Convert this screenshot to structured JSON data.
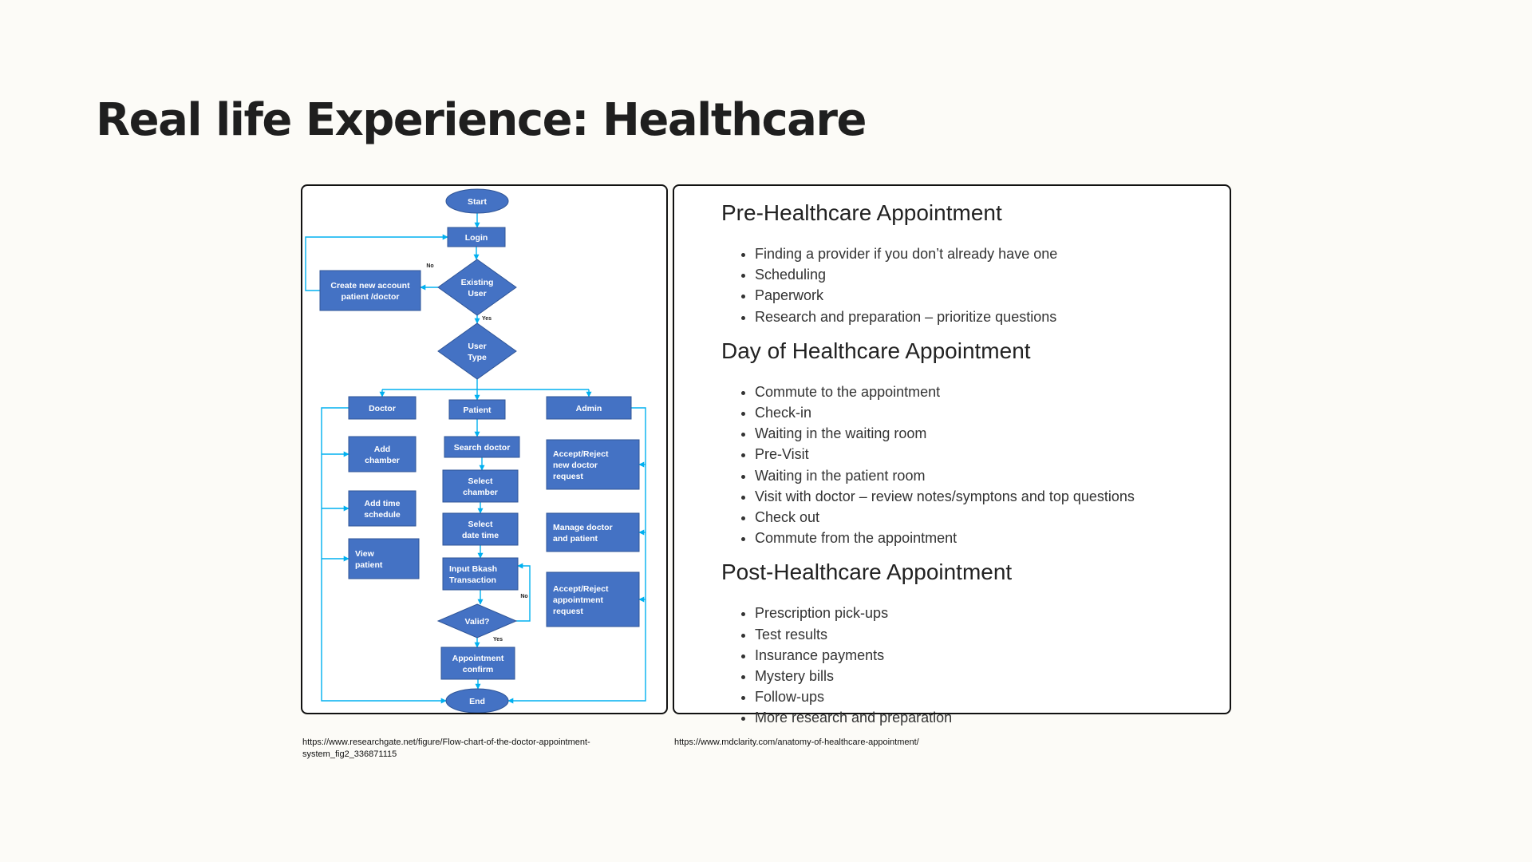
{
  "slide": {
    "title": "Real life Experience: Healthcare"
  },
  "flowchart": {
    "nodes": {
      "start": "Start",
      "login": "Login",
      "existing_user": [
        "Existing",
        "User"
      ],
      "create_account": [
        "Create new account",
        "patient /doctor"
      ],
      "user_type": [
        "User",
        "Type"
      ],
      "doctor": "Doctor",
      "patient": "Patient",
      "admin": "Admin",
      "add_chamber": [
        "Add",
        "chamber"
      ],
      "add_time_schedule": [
        "Add time",
        "schedule"
      ],
      "view_patient": [
        "View",
        "patient"
      ],
      "search_doctor": "Search doctor",
      "select_chamber": [
        "Select",
        "chamber"
      ],
      "select_date_time": [
        "Select",
        "date time"
      ],
      "input_bkash": [
        "Input Bkash",
        "Transaction"
      ],
      "valid": "Valid?",
      "appointment_confirm": [
        "Appointment",
        "confirm"
      ],
      "end": "End",
      "accept_reject_doctor": [
        "Accept/Reject",
        "new doctor",
        "request"
      ],
      "manage_doctor_patient": [
        "Manage doctor",
        "and patient"
      ],
      "accept_reject_appointment": [
        "Accept/Reject",
        "appointment",
        "request"
      ]
    },
    "edge_labels": {
      "existing_no": "No",
      "existing_yes": "Yes",
      "valid_no": "No",
      "valid_yes": "Yes"
    },
    "colors": {
      "box_fill": "#4472c4",
      "box_stroke": "#2f5597",
      "arrow": "#00b0f0",
      "text": "#ffffff"
    }
  },
  "appointment_stages": [
    {
      "heading": "Pre-Healthcare Appointment",
      "items": [
        "Finding a provider if you don’t already have one",
        "Scheduling",
        "Paperwork",
        "Research and preparation – prioritize questions"
      ]
    },
    {
      "heading": "Day of Healthcare Appointment",
      "items": [
        "Commute to the appointment",
        "Check-in",
        "Waiting in the waiting room",
        "Pre-Visit",
        "Waiting in the patient room",
        "Visit with doctor – review notes/symptons and top questions",
        "Check out",
        "Commute from the appointment"
      ]
    },
    {
      "heading": "Post-Healthcare Appointment",
      "items": [
        "Prescription pick-ups",
        "Test results",
        "Insurance payments",
        "Mystery bills",
        "Follow-ups",
        "More research and preparation"
      ]
    }
  ],
  "sources": {
    "left": "https://www.researchgate.net/figure/Flow-chart-of-the-doctor-appointment-system_fig2_336871115",
    "right": "https://www.mdclarity.com/anatomy-of-healthcare-appointment/"
  }
}
